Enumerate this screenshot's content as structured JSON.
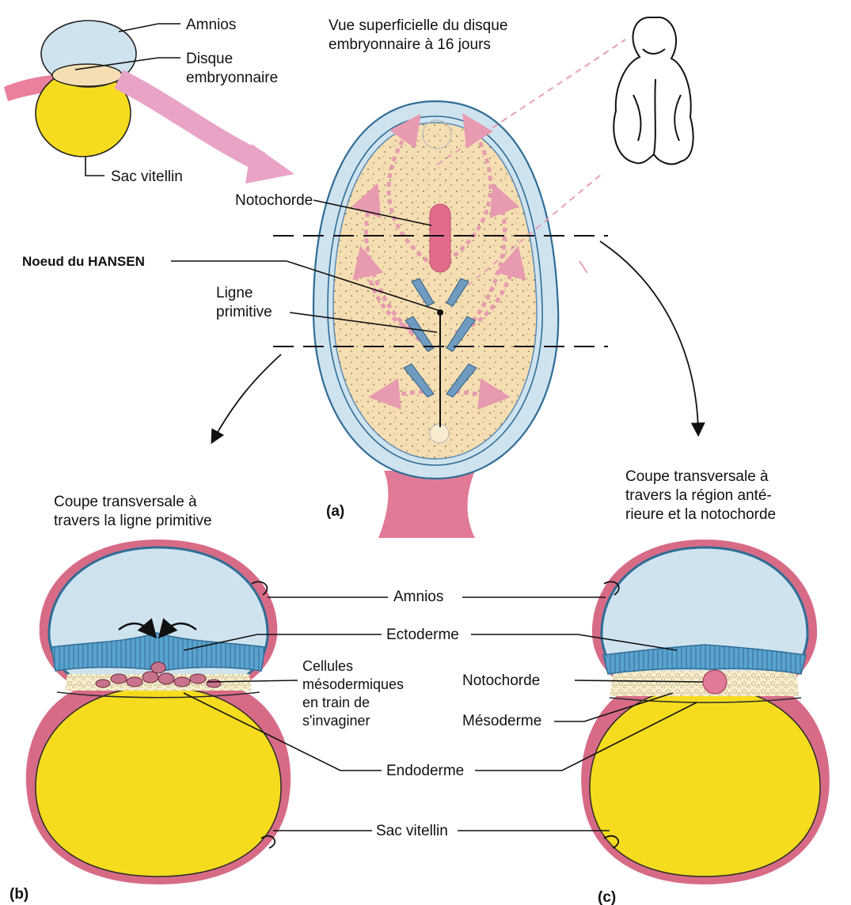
{
  "colors": {
    "amnion": "#cfe3ef",
    "amnion_border": "#2f6d95",
    "membrane_pink": "#d76b86",
    "yolk": "#f6dc1e",
    "disc": "#f5dfb2",
    "disc_outline": "#5b8bb5",
    "arrows_pink": "#e79ab0",
    "mesoderm": "#f7efcf"
  },
  "inset": {
    "amnion_label": "Amnios",
    "disc_label_line1": "Disque",
    "disc_label_line2": "embryonnaire",
    "yolk_label": "Sac vitellin"
  },
  "panel_a": {
    "title_line1": "Vue superficielle du disque",
    "title_line2": "embryonnaire à 16 jours",
    "notochord_label": "Notochorde",
    "hensen_label": "Noeud du HANSEN",
    "streak_label_line1": "Ligne",
    "streak_label_line2": "primitive",
    "letter": "(a)"
  },
  "panel_b": {
    "caption_line1": "Coupe transversale à",
    "caption_line2": "travers la ligne primitive",
    "cells_line1": "Cellules",
    "cells_line2": "mésodermiques",
    "cells_line3": "en train de",
    "cells_line4": "s'invaginer",
    "letter": "(b)"
  },
  "panel_c": {
    "caption_line1": "Coupe transversale à",
    "caption_line2": "travers la région anté-",
    "caption_line3": "rieure et la notochorde",
    "notochord_label": "Notochorde",
    "mesoderm_label": "Mésoderme",
    "letter": "(c)"
  },
  "shared": {
    "amnion": "Amnios",
    "ectoderm": "Ectoderme",
    "endoderm": "Endoderme",
    "yolk_sac": "Sac vitellin"
  }
}
